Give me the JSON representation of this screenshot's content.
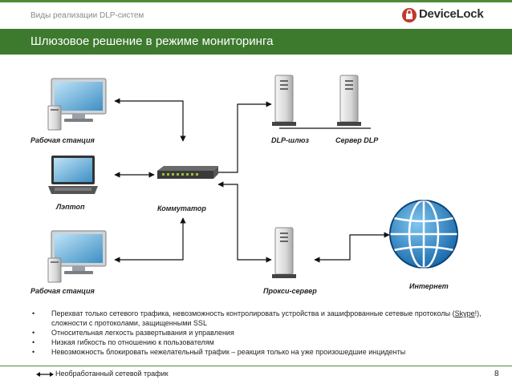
{
  "header": {
    "breadcrumb": "Виды реализации DLP-систем",
    "logo_text": "DeviceLock",
    "title": "Шлюзовое решение в режиме мониторинга"
  },
  "diagram": {
    "nodes": [
      {
        "id": "workstation1",
        "label": "Рабочая станция",
        "icon": "desktop-computer-icon"
      },
      {
        "id": "laptop",
        "label": "Лэптоп",
        "icon": "laptop-icon"
      },
      {
        "id": "workstation2",
        "label": "Рабочая станция",
        "icon": "desktop-computer-icon"
      },
      {
        "id": "switch",
        "label": "Коммутатор",
        "icon": "network-switch-icon"
      },
      {
        "id": "dlp_gateway",
        "label": "DLP-шлюз",
        "icon": "server-tower-icon"
      },
      {
        "id": "dlp_server",
        "label": "Сервер DLP",
        "icon": "server-tower-icon"
      },
      {
        "id": "proxy",
        "label": "Прокси-сервер",
        "icon": "server-tower-icon"
      },
      {
        "id": "internet",
        "label": "Интернет",
        "icon": "globe-icon"
      }
    ]
  },
  "bullets": [
    {
      "before": "Перехват только сетевого трафика, невозможность контролировать устройства и зашифрованные сетевые протоколы (",
      "highlight": "Skype",
      "after": "!), сложности с протоколами, защищенными SSL"
    },
    {
      "before": "Относительная легкость развертывания и управления",
      "highlight": "",
      "after": ""
    },
    {
      "before": "Низкая гибкость по отношению к пользователям",
      "highlight": "",
      "after": ""
    },
    {
      "before": "Невозможность блокировать нежелательный трафик – реакция только на уже произошедшие инциденты",
      "highlight": "",
      "after": ""
    }
  ],
  "footer": {
    "legend_label": "Необработанный сетевой трафик",
    "page_number": "8"
  },
  "colors": {
    "accent_green": "#3d7a2e",
    "logo_red": "#c0392b"
  }
}
